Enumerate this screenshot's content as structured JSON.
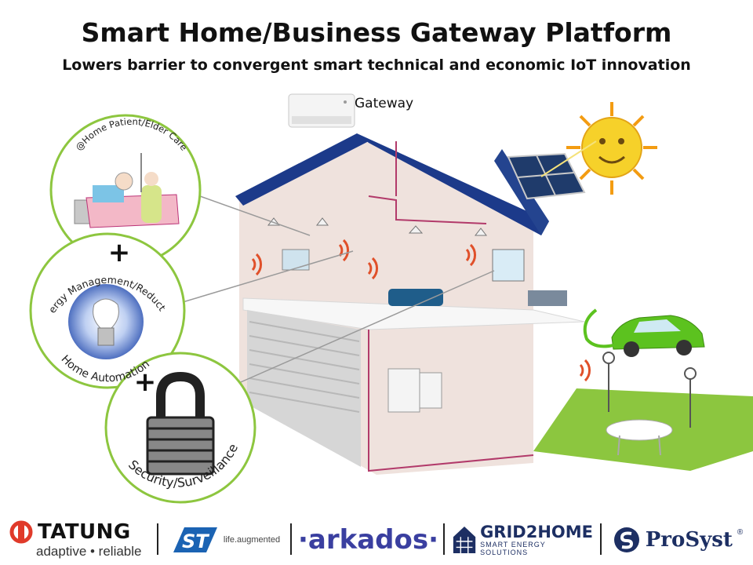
{
  "title": "Smart Home/Business Gateway Platform",
  "subtitle": "Lowers barrier to convergent smart technical and economic IoT innovation",
  "gateway_label": "Gateway",
  "circles": {
    "care_label": "@Home Patient/Elder Care",
    "energy_label": "Energy Management/Reduction",
    "automation_label": "Home Automation",
    "security_label": "Security/Surveillance",
    "plus_1": "+",
    "plus_2": "+"
  },
  "logos": {
    "tatung_name": "TATUNG",
    "tatung_tagline": "adaptive • reliable",
    "st_tagline": "life.augmented",
    "arkados_name": "·arkados·",
    "grid2home_name": "GRID2HOME",
    "grid2home_tagline": "SMART ENERGY SOLUTIONS",
    "prosyst_name": "ProSyst",
    "prosyst_mark": "®"
  },
  "colors": {
    "circle_border": "#8dc63f",
    "roof": "#1c3a8a",
    "wall": "#e9d5cf",
    "lawn": "#8cc63f",
    "car": "#5cc21f",
    "sun": "#f6d12a"
  }
}
